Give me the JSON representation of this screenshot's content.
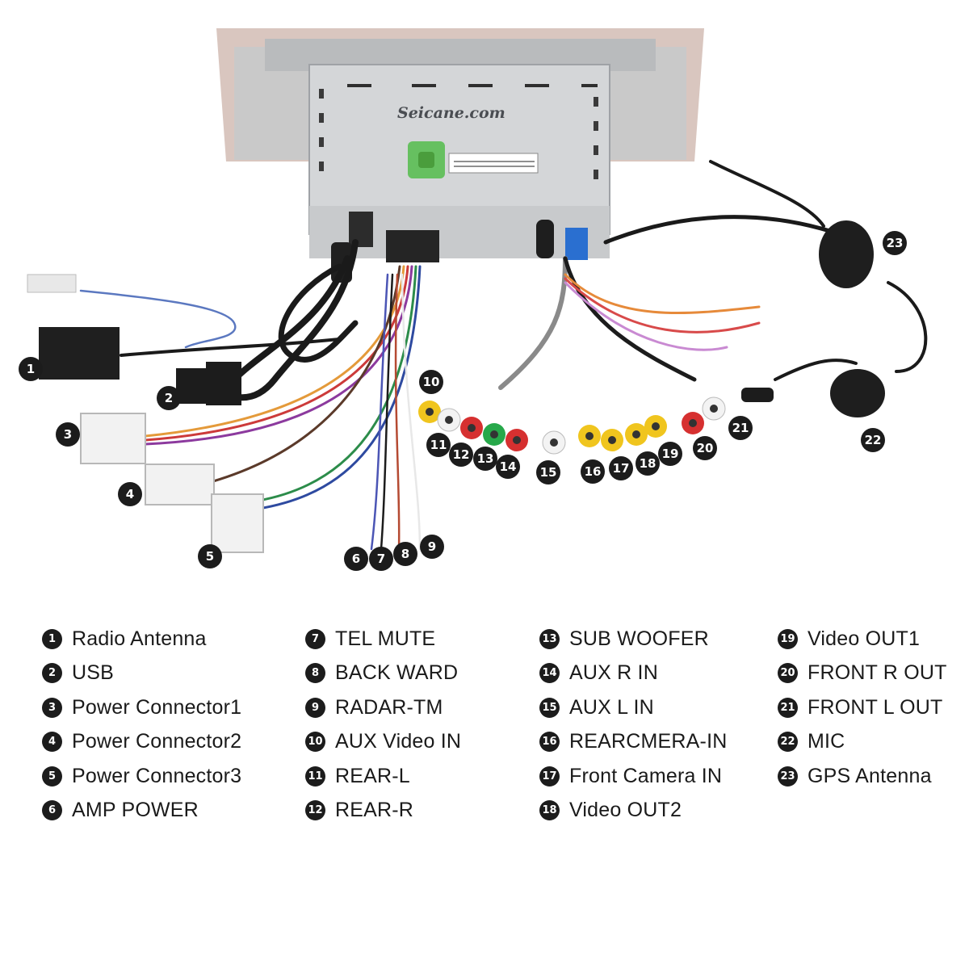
{
  "unit": {
    "brand": "Seicane.com"
  },
  "callouts": [
    {
      "n": "1"
    },
    {
      "n": "2"
    },
    {
      "n": "3"
    },
    {
      "n": "4"
    },
    {
      "n": "5"
    },
    {
      "n": "6"
    },
    {
      "n": "7"
    },
    {
      "n": "8"
    },
    {
      "n": "9"
    },
    {
      "n": "10"
    },
    {
      "n": "11"
    },
    {
      "n": "12"
    },
    {
      "n": "13"
    },
    {
      "n": "14"
    },
    {
      "n": "15"
    },
    {
      "n": "16"
    },
    {
      "n": "17"
    },
    {
      "n": "18"
    },
    {
      "n": "19"
    },
    {
      "n": "20"
    },
    {
      "n": "21"
    },
    {
      "n": "22"
    },
    {
      "n": "23"
    }
  ],
  "legend": {
    "columns": [
      [
        {
          "n": "1",
          "label": "Radio Antenna"
        },
        {
          "n": "2",
          "label": "USB"
        },
        {
          "n": "3",
          "label": "Power Connector1"
        },
        {
          "n": "4",
          "label": "Power Connector2"
        },
        {
          "n": "5",
          "label": "Power Connector3"
        },
        {
          "n": "6",
          "label": "AMP POWER"
        }
      ],
      [
        {
          "n": "7",
          "label": "TEL MUTE"
        },
        {
          "n": "8",
          "label": "BACK WARD"
        },
        {
          "n": "9",
          "label": "RADAR-TM"
        },
        {
          "n": "10",
          "label": "AUX Video IN"
        },
        {
          "n": "11",
          "label": "REAR-L"
        },
        {
          "n": "12",
          "label": "REAR-R"
        }
      ],
      [
        {
          "n": "13",
          "label": "SUB WOOFER"
        },
        {
          "n": "14",
          "label": "AUX R IN"
        },
        {
          "n": "15",
          "label": "AUX L IN"
        },
        {
          "n": "16",
          "label": "REARCMERA-IN"
        },
        {
          "n": "17",
          "label": "Front Camera IN"
        },
        {
          "n": "18",
          "label": "Video OUT2"
        }
      ],
      [
        {
          "n": "19",
          "label": "Video OUT1"
        },
        {
          "n": "20",
          "label": "FRONT R OUT"
        },
        {
          "n": "21",
          "label": "FRONT L OUT"
        },
        {
          "n": "22",
          "label": "MIC"
        },
        {
          "n": "23",
          "label": "GPS Antenna"
        }
      ]
    ]
  }
}
